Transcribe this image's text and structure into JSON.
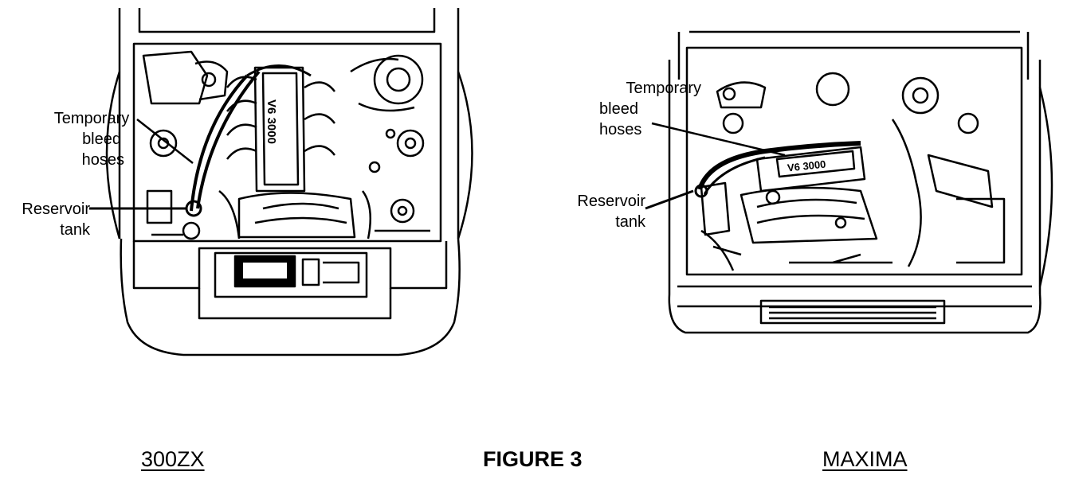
{
  "figure": {
    "title": "FIGURE 3",
    "left": {
      "caption": "300ZX",
      "engine_badge": "V6 3000",
      "label_hoses": [
        "Temporary",
        "bleed",
        "hoses"
      ],
      "label_tank": [
        "Reservoir",
        "tank"
      ]
    },
    "right": {
      "caption": "MAXIMA",
      "engine_badge": "V6 3000",
      "label_hoses": [
        "Temporary",
        "bleed",
        "hoses"
      ],
      "label_tank": [
        "Reservoir",
        "tank"
      ]
    }
  }
}
